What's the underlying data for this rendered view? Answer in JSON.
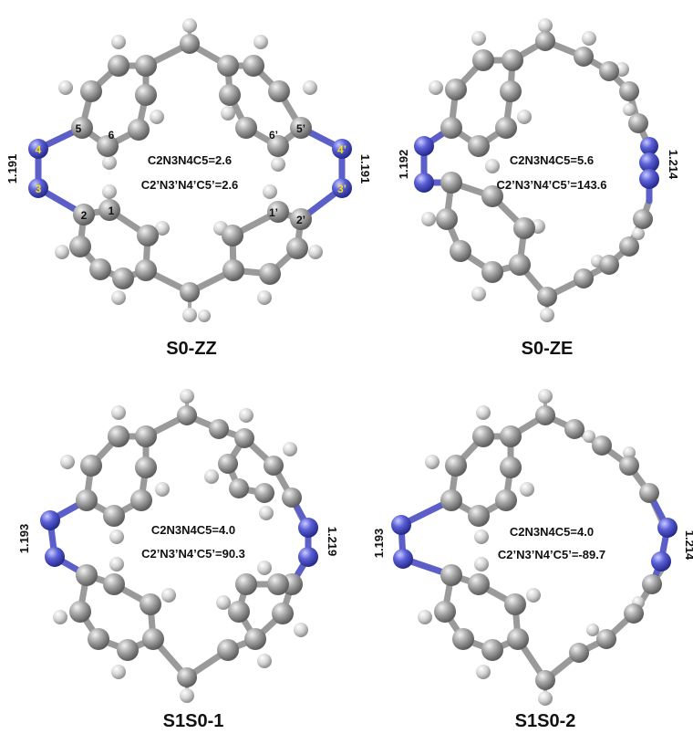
{
  "colors": {
    "carbon": "#8e8e8e",
    "hydrogen": "#d9d9d9",
    "nitrogen": "#4a4fc4",
    "atom_label_black": "#111111",
    "atom_label_yellow": "#f2e21a"
  },
  "panels": [
    {
      "title": "S0-ZZ",
      "dihedral_1": "C2N3N4C5=2.6",
      "dihedral_2": "C2’N3’N4’C5’=2.6",
      "bond_left": "1.191",
      "bond_right": "1.191",
      "atom_labels": [
        "5",
        "6",
        "4",
        "3",
        "2",
        "1",
        "6’",
        "5’",
        "4’",
        "3’",
        "1’",
        "2’"
      ]
    },
    {
      "title": "S0-ZE",
      "dihedral_1": "C2N3N4C5=5.6",
      "dihedral_2": "C2’N3’N4’C5’=143.6",
      "bond_left": "1.192",
      "bond_right": "1.214"
    },
    {
      "title": "S1S0-1",
      "dihedral_1": "C2N3N4C5=4.0",
      "dihedral_2": "C2’N3’N4’C5’=90.3",
      "bond_left": "1.193",
      "bond_right": "1.219"
    },
    {
      "title": "S1S0-2",
      "dihedral_1": "C2N3N4C5=4.0",
      "dihedral_2": "C2’N3’N4’C5’=-89.7",
      "bond_left": "1.193",
      "bond_right": "1.214"
    }
  ]
}
